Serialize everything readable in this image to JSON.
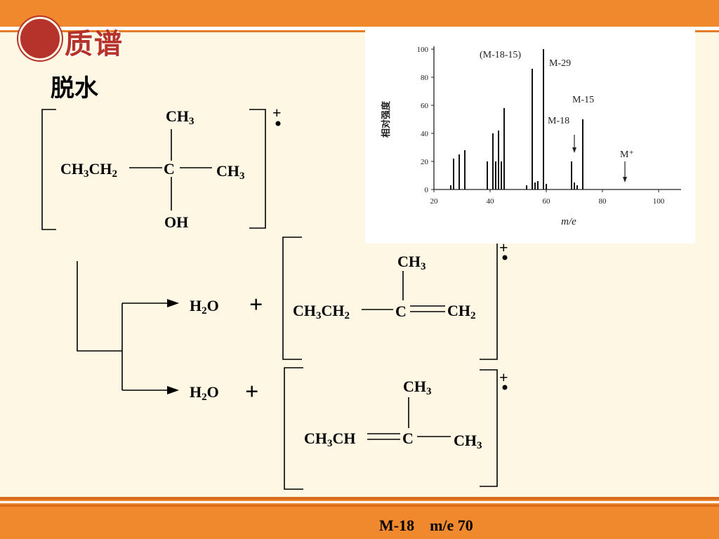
{
  "logo": {
    "text": "质谱"
  },
  "title": "脱水",
  "reactant": {
    "left_group": [
      "CH",
      "3",
      "CH",
      "2"
    ],
    "center": "C",
    "top_group": [
      "CH",
      "3"
    ],
    "right_group": [
      "CH",
      "3"
    ],
    "bottom_group": "OH",
    "charge": "+"
  },
  "products": [
    {
      "water": [
        "H",
        "2",
        "O"
      ],
      "plus": "+",
      "left_group": [
        "CH",
        "3",
        "CH",
        "2"
      ],
      "center": "C",
      "top_group": [
        "CH",
        "3"
      ],
      "right_group": [
        "CH",
        "2"
      ],
      "charge": "+"
    },
    {
      "water": [
        "H",
        "2",
        "O"
      ],
      "plus": "+",
      "left_group": [
        "CH",
        "3",
        "CH"
      ],
      "center": "C",
      "top_group": [
        "CH",
        "3"
      ],
      "right_group": [
        "CH",
        "3"
      ],
      "charge": "+"
    }
  ],
  "spectrum": {
    "ylabel": "相对强度",
    "xlabel": "m/e",
    "annotations": {
      "m_18_15": "(M-18-15)",
      "m_29": "M-29",
      "m_15": "M-15",
      "m_18": "M-18",
      "m_plus": "M⁺"
    }
  },
  "chart_data": {
    "type": "bar",
    "xlabel": "m/e",
    "ylabel": "相对强度",
    "xlim": [
      20,
      108
    ],
    "ylim": [
      0,
      100
    ],
    "xticks": [
      20,
      40,
      60,
      80,
      100
    ],
    "yticks": [
      0,
      20,
      40,
      60,
      80,
      100
    ],
    "x": [
      26,
      27,
      29,
      31,
      39,
      41,
      42,
      43,
      44,
      45,
      53,
      55,
      56,
      57,
      59,
      60,
      69,
      70,
      71,
      73
    ],
    "values": [
      3,
      22,
      25,
      28,
      20,
      40,
      20,
      42,
      20,
      58,
      3,
      86,
      5,
      6,
      100,
      4,
      20,
      5,
      3,
      50
    ]
  },
  "footer": {
    "mz_label": "M-18",
    "mz_value": "m/e  70"
  }
}
